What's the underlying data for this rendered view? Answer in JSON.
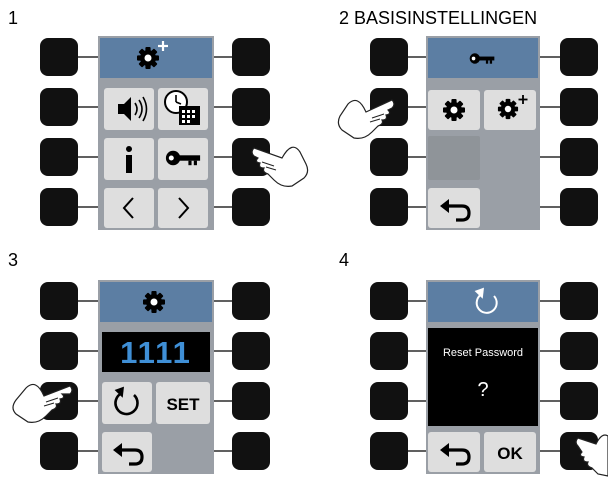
{
  "steps": [
    {
      "number": "1",
      "title": "",
      "screen": {
        "header_icon": "gear-plus-icon",
        "tiles": [
          "speaker-icon",
          "clock-calendar-icon",
          "info-icon",
          "key-icon",
          "chevron-left-icon",
          "chevron-right-icon"
        ],
        "pressed_key": "right-3"
      }
    },
    {
      "number": "2",
      "title": "BASISINSTELLINGEN",
      "screen": {
        "header_icon": "key-icon",
        "tiles": [
          "gear-icon",
          "gear-plus-icon",
          "empty",
          "back-arrow-icon"
        ],
        "pressed_key": "left-2"
      }
    },
    {
      "number": "3",
      "title": "",
      "screen": {
        "header_icon": "gear-icon",
        "code": "1111",
        "tiles": [
          "reset-icon",
          "set-button",
          "back-arrow-icon"
        ],
        "set_label": "SET",
        "pressed_key": "left-3"
      }
    },
    {
      "number": "4",
      "title": "",
      "screen": {
        "header_icon": "reset-icon",
        "message": "Reset Password",
        "question": "?",
        "tiles": [
          "back-arrow-icon",
          "ok-button"
        ],
        "ok_label": "OK",
        "pressed_key": "right-4"
      }
    }
  ],
  "colors": {
    "panel": "#9a9fa6",
    "header": "#5c7ea3",
    "tile": "#dedede",
    "tile_dark": "#8f9499",
    "display": "#000000",
    "digits": "#3f8fd6",
    "key": "#111111",
    "hand_outline": "#222222"
  }
}
